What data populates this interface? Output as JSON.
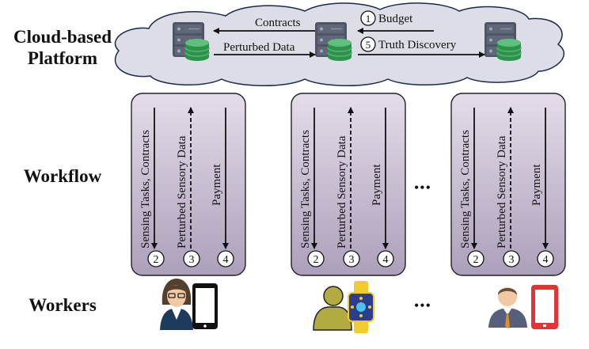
{
  "rows": {
    "cloud_line1": "Cloud-based",
    "cloud_line2": "Platform",
    "workflow": "Workflow",
    "workers": "Workers"
  },
  "cloud": {
    "contracts": "Contracts",
    "budget": "Budget",
    "perturbed_data": "Perturbed Data",
    "truth_discovery": "Truth Discovery",
    "step_budget": "1",
    "step_truth": "5"
  },
  "workflow": {
    "sensing": "Sensing Tasks, Contracts",
    "perturbed": "Perturbed Sensory Data",
    "payment": "Payment",
    "step_sensing": "2",
    "step_perturbed": "3",
    "step_payment": "4",
    "ellipsis": "•••"
  },
  "workers": {
    "ellipsis": "•••"
  },
  "colors": {
    "cloud_fill": "#dcdde6",
    "panel_fill_top": "#ded7e5",
    "panel_fill_bottom": "#b3a7c0",
    "server_body": "#505868",
    "db_green": "#3aa35a",
    "watch": "#f2cc2e",
    "phone_red": "#e53232",
    "person_olive": "#b4ab40"
  },
  "icons": [
    "server-icon",
    "database-icon",
    "woman-avatar-icon",
    "smartphone-icon",
    "person-outline-icon",
    "smartwatch-icon",
    "businessman-icon"
  ]
}
